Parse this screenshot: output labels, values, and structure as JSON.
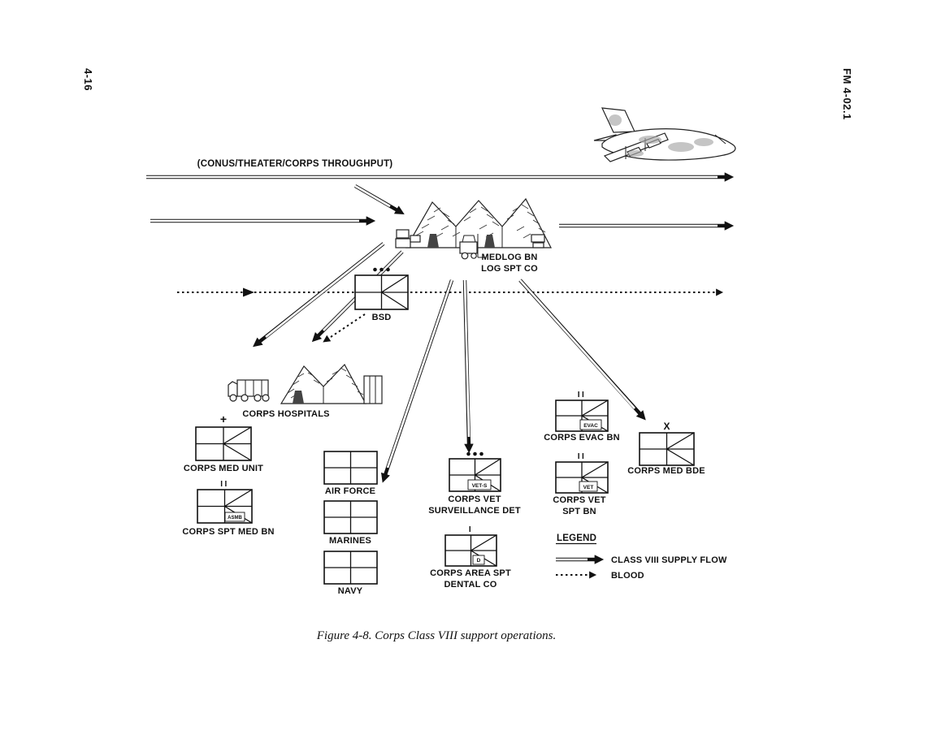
{
  "page": {
    "page_number": "4-16",
    "header_right": "FM 4-02.1",
    "caption": "Figure 4-8.  Corps Class VIII support operations."
  },
  "flow": {
    "throughput_label": "(CONUS/THEATER/CORPS THROUGHPUT)"
  },
  "units": {
    "medlog": {
      "line1": "MEDLOG BN",
      "line2": "LOG SPT CO"
    },
    "bsd": {
      "label": "BSD"
    },
    "corps_hospitals": {
      "label": "CORPS HOSPITALS"
    },
    "corps_med_unit": {
      "label": "CORPS MED UNIT",
      "echelon": "+"
    },
    "corps_spt_med_bn": {
      "label": "CORPS SPT MED BN",
      "echelon": "II",
      "inset": "ASMB"
    },
    "air_force": {
      "label": "AIR FORCE"
    },
    "marines": {
      "label": "MARINES"
    },
    "navy": {
      "label": "NAVY"
    },
    "corps_vet_surv_det": {
      "line1": "CORPS VET",
      "line2": "SURVEILLANCE DET",
      "inset": "VET-S"
    },
    "corps_evac_bn": {
      "label": "CORPS EVAC BN",
      "echelon": "II",
      "inset": "EVAC"
    },
    "corps_vet_spt_bn": {
      "line1": "CORPS VET",
      "line2": "SPT BN",
      "echelon": "II",
      "inset": "VET"
    },
    "corps_med_bde": {
      "label": "CORPS MED BDE",
      "echelon": "X"
    },
    "corps_area_spt_dental_co": {
      "line1": "CORPS AREA SPT",
      "line2": "DENTAL CO",
      "echelon": "I",
      "inset": "D"
    }
  },
  "legend": {
    "title": "LEGEND",
    "supply_flow_label": "CLASS VIII SUPPLY FLOW",
    "blood_label": "BLOOD"
  },
  "colors": {
    "ink": "#111111",
    "paper": "#ffffff"
  }
}
